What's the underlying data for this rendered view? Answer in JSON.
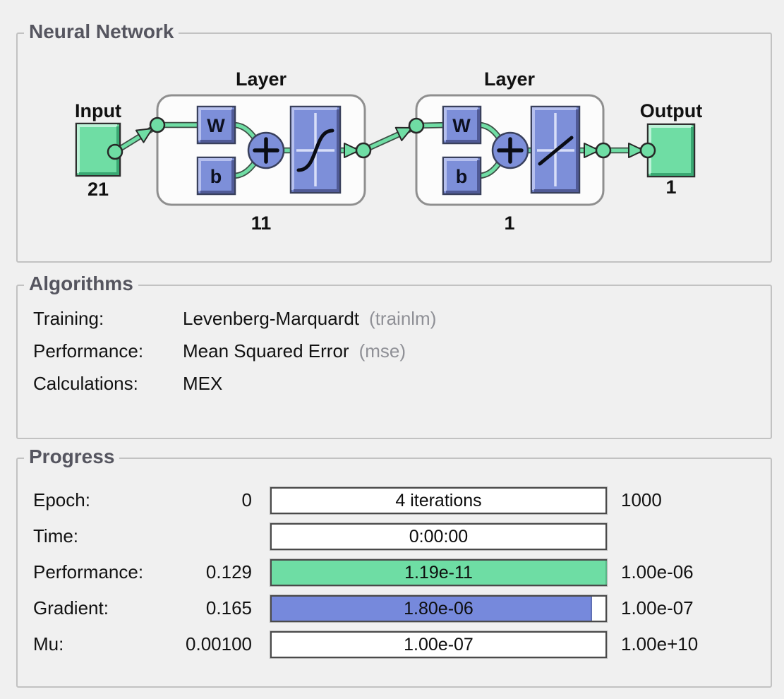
{
  "window": {
    "background": "#f0f0f0"
  },
  "colors": {
    "green": "#6fdda4",
    "blue": "#7d8fd9",
    "group_title": "#55555f",
    "bar_border": "#4a4a4a",
    "muted_text": "#8f9096"
  },
  "network": {
    "title": "Neural Network",
    "input": {
      "label": "Input",
      "size": "21"
    },
    "weight_label": "W",
    "bias_label": "b",
    "layers": [
      {
        "label": "Layer",
        "size": "11",
        "transfer": "tansig"
      },
      {
        "label": "Layer",
        "size": "1",
        "transfer": "purelin"
      }
    ],
    "output": {
      "label": "Output",
      "size": "1"
    }
  },
  "algorithms": {
    "title": "Algorithms",
    "rows": [
      {
        "label": "Training:",
        "value": "Levenberg-Marquardt",
        "code": "(trainlm)"
      },
      {
        "label": "Performance:",
        "value": "Mean Squared Error",
        "code": "(mse)"
      },
      {
        "label": "Calculations:",
        "value": "MEX",
        "code": ""
      }
    ]
  },
  "progress": {
    "title": "Progress",
    "rows": [
      {
        "label": "Epoch:",
        "start": "0",
        "bar_text": "4 iterations",
        "stop": "1000",
        "fill_pct": 0,
        "fill_color": "transparent"
      },
      {
        "label": "Time:",
        "start": "",
        "bar_text": "0:00:00",
        "stop": "",
        "fill_pct": 0,
        "fill_color": "transparent"
      },
      {
        "label": "Performance:",
        "start": "0.129",
        "bar_text": "1.19e-11",
        "stop": "1.00e-06",
        "fill_pct": 100,
        "fill_color": "#6edda4"
      },
      {
        "label": "Gradient:",
        "start": "0.165",
        "bar_text": "1.80e-06",
        "stop": "1.00e-07",
        "fill_pct": 95.5,
        "fill_color": "#7689dc"
      },
      {
        "label": "Mu:",
        "start": "0.00100",
        "bar_text": "1.00e-07",
        "stop": "1.00e+10",
        "fill_pct": 0,
        "fill_color": "transparent"
      }
    ]
  }
}
